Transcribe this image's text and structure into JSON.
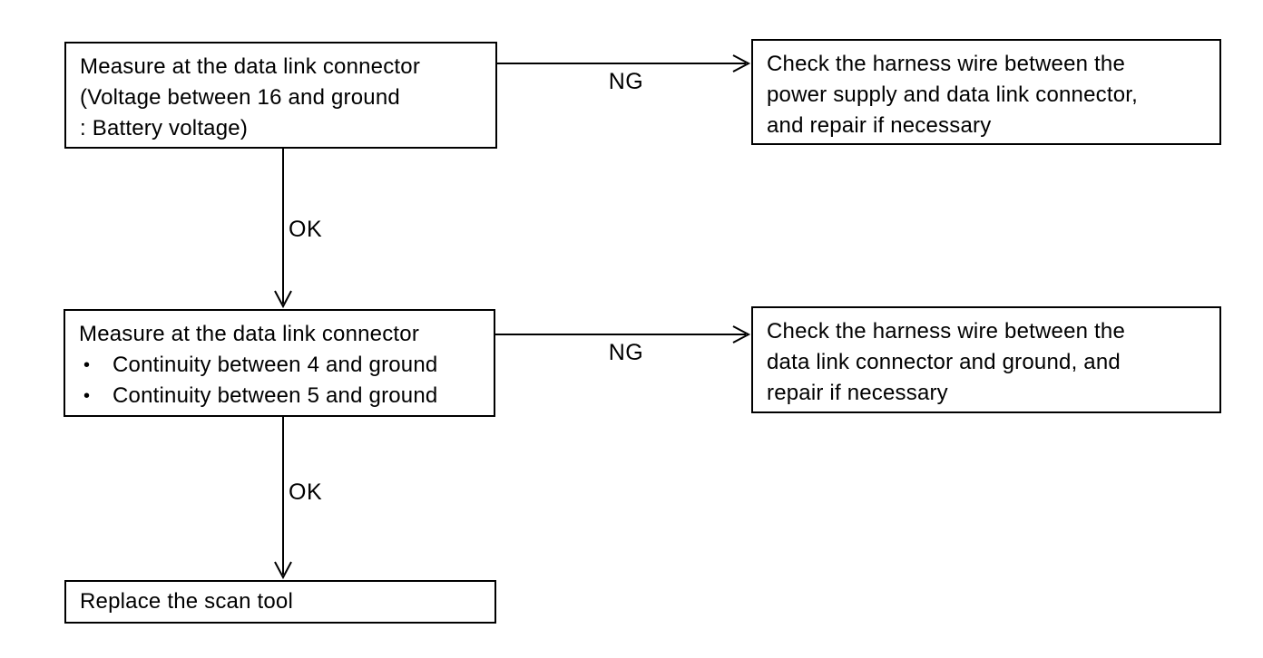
{
  "flowchart": {
    "colors": {
      "background": "#ffffff",
      "line": "#000000",
      "text": "#000000"
    },
    "boxes": {
      "step1": {
        "lines": [
          "Measure at the data link connector",
          "(Voltage between 16 and ground",
          ": Battery voltage)"
        ]
      },
      "result1": {
        "lines": [
          "Check the harness wire between the",
          "power supply and data link connector,",
          "and repair if necessary"
        ]
      },
      "step2": {
        "title": "Measure at the data link connector",
        "bullet": "•",
        "items": [
          "Continuity between 4 and ground",
          "Continuity between 5 and ground"
        ]
      },
      "result2": {
        "lines": [
          "Check the harness wire between the",
          "data link connector and ground, and",
          "repair if necessary"
        ]
      },
      "final": {
        "lines": [
          "Replace the scan tool"
        ]
      }
    },
    "connectors": {
      "ng1": "NG",
      "ok1": "OK",
      "ng2": "NG",
      "ok2": "OK"
    }
  }
}
